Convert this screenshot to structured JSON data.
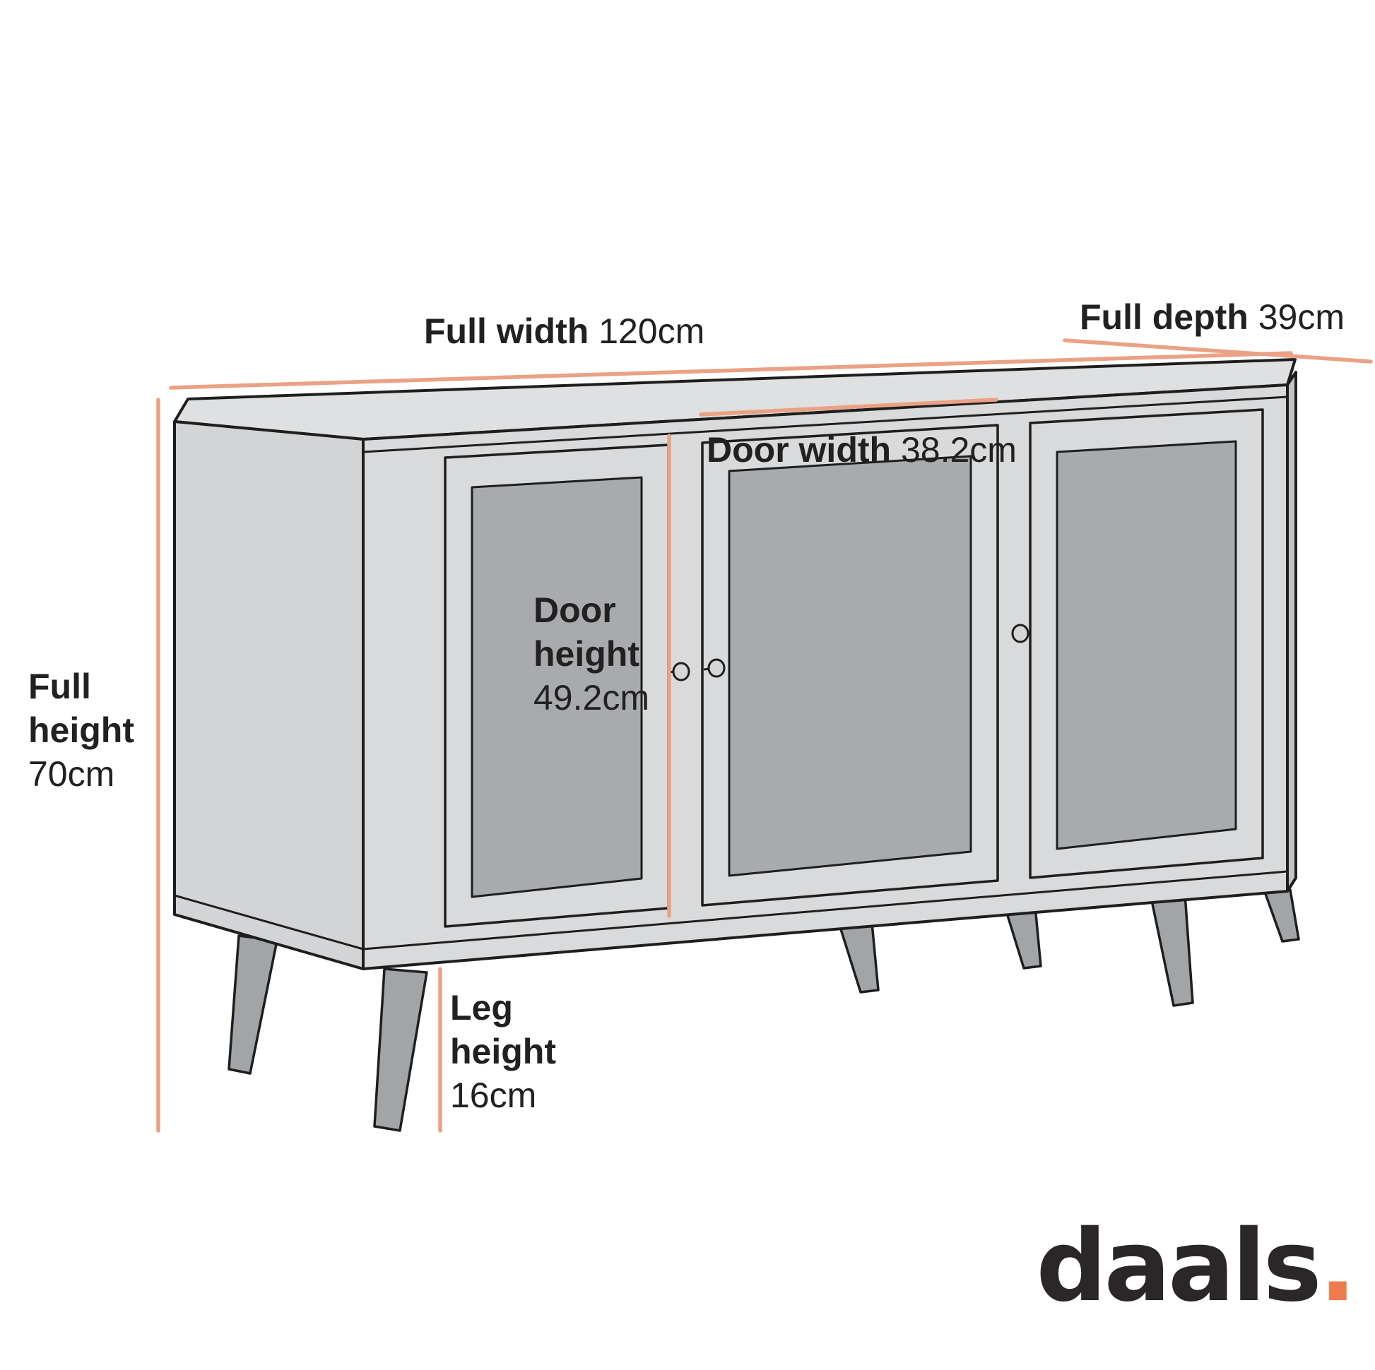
{
  "brand": {
    "name": "daals",
    "dot": "."
  },
  "colors": {
    "dimension_line": "#EBA184",
    "label_text": "#232020",
    "logo_text": "#2B2728",
    "logo_dot": "#EE7B4D",
    "cabinet_body": "#D8DADB",
    "cabinet_top": "#DEE0E1",
    "cabinet_side": "#D2D4D6",
    "door_panel": "#A8ABAE",
    "leg": "#A2A5A8",
    "outline": "#1E1E1E"
  },
  "annotations": {
    "full_width": {
      "label": "Full width",
      "value": "120cm"
    },
    "full_depth": {
      "label": "Full depth",
      "value": "39cm"
    },
    "full_height": {
      "label": "Full height",
      "value": "70cm"
    },
    "door_width": {
      "label": "Door width",
      "value": "38.2cm"
    },
    "door_height": {
      "label": "Door height",
      "value": "49.2cm"
    },
    "leg_height": {
      "label": "Leg height",
      "value": "16cm"
    }
  }
}
